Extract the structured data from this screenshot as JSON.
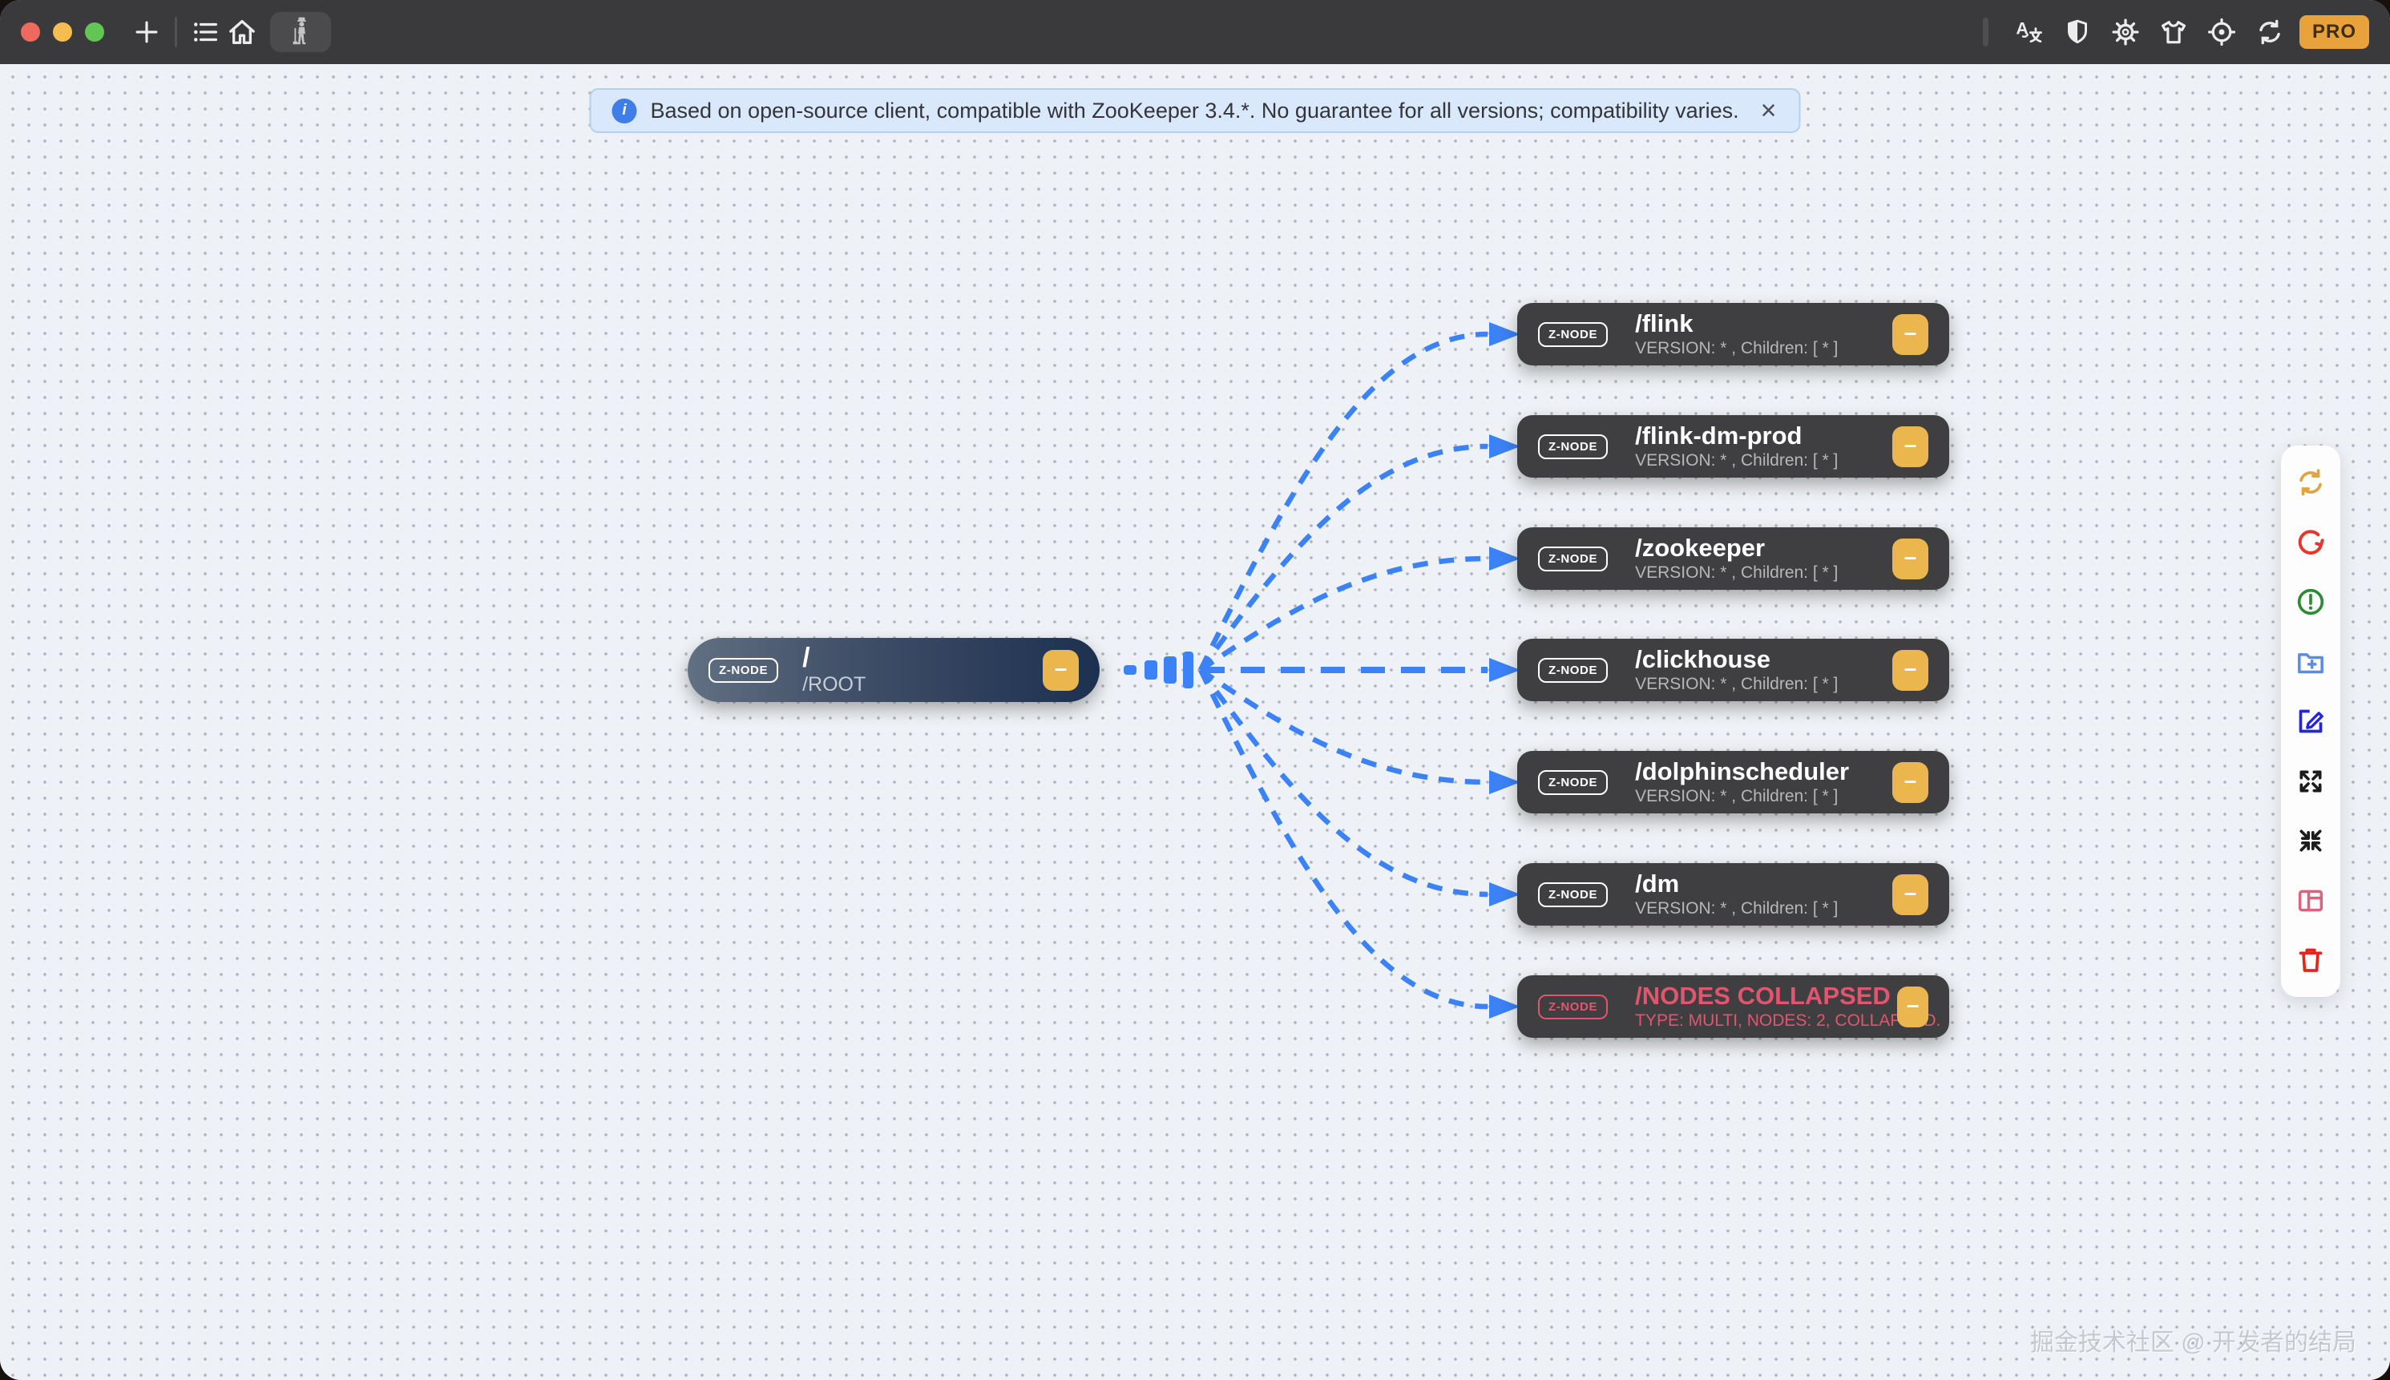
{
  "titlebar": {
    "traffic_lights": [
      "close",
      "minimize",
      "zoom"
    ],
    "left_icons": [
      "plus-icon",
      "list-icon",
      "home-icon"
    ],
    "tab_icon": "chaplin-figure-icon",
    "right_icons": [
      "translate-icon",
      "shield-icon",
      "gear-icon",
      "tshirt-icon",
      "target-icon",
      "sync-icon"
    ],
    "pro_badge": "PRO"
  },
  "banner": {
    "info_glyph": "i",
    "text": "Based on open-source client, compatible with ZooKeeper 3.4.*. No guarantee for all versions; compatibility varies.",
    "close_glyph": "×"
  },
  "root_node": {
    "badge": "Z-NODE",
    "title": "/",
    "subtitle": "/ROOT",
    "collapse_label": "–"
  },
  "children": [
    {
      "badge": "Z-NODE",
      "title": "/flink",
      "subtitle": "VERSION: * , Children: [ * ]",
      "collapse_label": "–",
      "collapsed": false
    },
    {
      "badge": "Z-NODE",
      "title": "/flink-dm-prod",
      "subtitle": "VERSION: * , Children: [ * ]",
      "collapse_label": "–",
      "collapsed": false
    },
    {
      "badge": "Z-NODE",
      "title": "/zookeeper",
      "subtitle": "VERSION: * , Children: [ * ]",
      "collapse_label": "–",
      "collapsed": false
    },
    {
      "badge": "Z-NODE",
      "title": "/clickhouse",
      "subtitle": "VERSION: * , Children: [ * ]",
      "collapse_label": "–",
      "collapsed": false
    },
    {
      "badge": "Z-NODE",
      "title": "/dolphinscheduler",
      "subtitle": "VERSION: * , Children: [ * ]",
      "collapse_label": "–",
      "collapsed": false
    },
    {
      "badge": "Z-NODE",
      "title": "/dm",
      "subtitle": "VERSION: * , Children: [ * ]",
      "collapse_label": "–",
      "collapsed": false
    },
    {
      "badge": "Z-NODE",
      "title": "/NODES COLLAPSED",
      "subtitle": "TYPE: MULTI, NODES: 2, COLLAPSED.",
      "collapse_label": "–",
      "collapsed": true
    }
  ],
  "toolbar_icons": [
    "refresh",
    "redo",
    "alert-circle",
    "add-node-folder",
    "edit",
    "expand-all",
    "collapse-all",
    "layout-panel",
    "delete"
  ],
  "watermark": "掘金技术社区 @ 开发者的结局",
  "colors": {
    "link_blue": "#3b82f6",
    "node_dark": "#3f3f41",
    "collapsed_pink": "#e2556f",
    "minus_yellow": "#ecb64e",
    "pro_orange": "#e9a23b",
    "banner_bg": "#d9e8fa",
    "root_gradient_start": "#627083",
    "root_gradient_end": "#1c3050",
    "titlebar_bg": "#3a3a3c",
    "canvas_bg": "#eef1f5"
  }
}
